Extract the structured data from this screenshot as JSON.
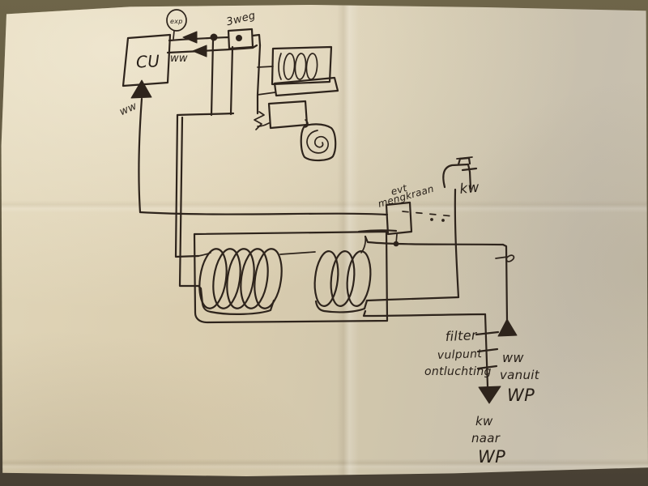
{
  "colors": {
    "ink": "#2e241c",
    "paper": "#d8cdb0",
    "paper_highlight": "#e8dfc8",
    "paper_shadow": "#c4bdac",
    "table_background": "#5f573f"
  },
  "labels": {
    "boiler": "CU",
    "expansion_vessel": "exp",
    "three_way_valve": "3weg",
    "warm_water_pipe": "ww",
    "warm_water_to_boiler": "ww",
    "mixing_valve_note_word1": "evt",
    "mixing_valve_note_word2": "mengkraan",
    "cold_water_tap": "kw",
    "filter": "filter",
    "fill_point": "vulpunt",
    "air_vent": "ontluchting",
    "ww_from_wp_line1": "ww",
    "ww_from_wp_line2": "vanuit",
    "ww_from_wp_line3": "WP",
    "kw_to_wp_line1": "kw",
    "kw_to_wp_line2": "naar",
    "kw_to_wp_line3": "WP"
  }
}
